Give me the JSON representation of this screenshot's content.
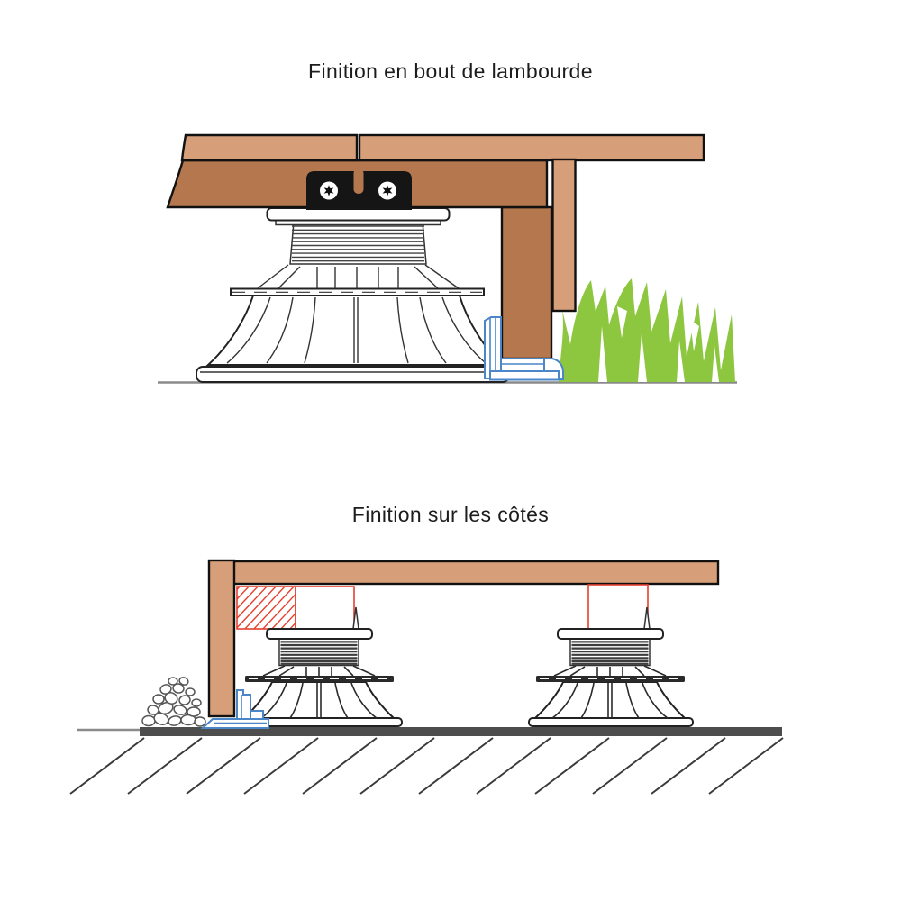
{
  "page": {
    "background": "#FFFFFF"
  },
  "figures": [
    {
      "title": "Finition en bout de lambourde",
      "parts": [
        "deck-boards",
        "joist",
        "joist-fixing-bracket",
        "torx-screws",
        "adjustable-pedestal",
        "end-of-joist-blue-clip",
        "fascia-board",
        "grass",
        "ground-line"
      ]
    },
    {
      "title": "Finition sur les côtés",
      "parts": [
        "side-fascia-board",
        "deck-board",
        "joist-section-hatched",
        "joist-outline-red",
        "adjustable-pedestal",
        "side-blue-clip",
        "gravel",
        "concrete-slab",
        "hatched-ground"
      ]
    }
  ],
  "colors": {
    "page_bg": "#FFFFFF",
    "wood_light": "#D79E7A",
    "wood_dark": "#B5784E",
    "outline": "#111111",
    "grass_green": "#8DC63F",
    "clip_blue": "#4A86C8",
    "accent_red": "#E5402E",
    "ground_dark": "#4D4D4D",
    "line_gray": "#8A8A8A",
    "bracket_black": "#151515"
  }
}
